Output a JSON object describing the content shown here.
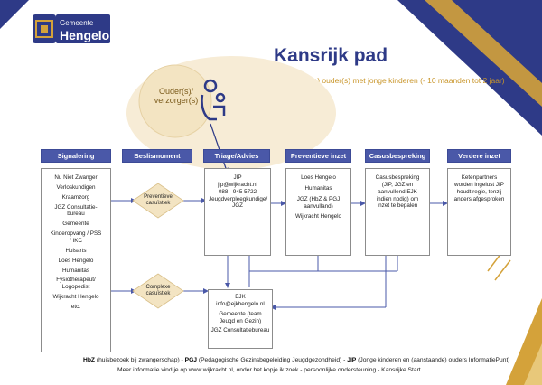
{
  "brand": {
    "line1": "Gemeente",
    "line2": "Hengelo"
  },
  "title": "Kansrijk pad",
  "subtitle": "(Aanstaande) ouder(s) met jonge kinderen (- 10 maanden tot 2 jaar)",
  "circle_label": "Ouder(s)/ verzorger(s)",
  "headers": [
    "Signalering",
    "Beslismoment",
    "Triage/Advies",
    "Preventieve inzet",
    "Casusbespreking",
    "Verdere inzet"
  ],
  "signalering": [
    "Nu Niet Zwanger",
    "Verloskundigen",
    "Kraamzorg",
    "JGZ Consultatie-bureau",
    "Gemeente",
    "Kinderopvang / PSS / IKC",
    "Huisarts",
    "Loes Hengelo",
    "Humanitas",
    "Fysiotherapeut/ Logopedist",
    "Wijkracht Hengelo",
    "etc."
  ],
  "diamonds": {
    "preventive": "Preventieve casuïstiek",
    "complex": "Complexe casuïstiek"
  },
  "triage": [
    "JIP",
    "jip@wijkracht.nl",
    "088 - 945 5722",
    "Jeugdverpleegkundige/ JGZ"
  ],
  "preventieve": [
    "Loes Hengelo",
    "Humanitas",
    "JGZ (HbZ & PGJ aanvulland)",
    "Wijkracht Hengelo"
  ],
  "casus": [
    "Casusbespreking (JIP, JGZ en aanvullend EJK indien nodig) om inzet te bepalen"
  ],
  "verdere": [
    "Ketenpartners worden ingelust JIP houdt regie, tenzij anders afgesproken"
  ],
  "ejk": [
    "EJK",
    "info@ejkhengelo.nl",
    "Gemeente (team Jeugd en Gezin)",
    "JGZ Consultatiebureau"
  ],
  "footer": {
    "line1_a": "HbZ",
    "line1_b": " (huisbezoek bij zwangerschap)  -  ",
    "line1_c": "PGJ",
    "line1_d": " (Pedagogische Gezinsbegeleiding Jeugdgezondheid)  -  ",
    "line1_e": "JIP",
    "line1_f": " (Jonge kinderen en (aanstaande) ouders InformatiePunt)",
    "line2": "Meer informatie vind je op www.wijkracht.nl, onder het kopje ik zoek - persoonlijke ondersteuning - Kansrijke Start"
  },
  "colors": {
    "navy": "#2e3a87",
    "header": "#4a58a8",
    "gold": "#c9962b",
    "circle": "#f7ecd6",
    "diamond": "#f3e4c2",
    "arrow": "#4a58a8"
  }
}
